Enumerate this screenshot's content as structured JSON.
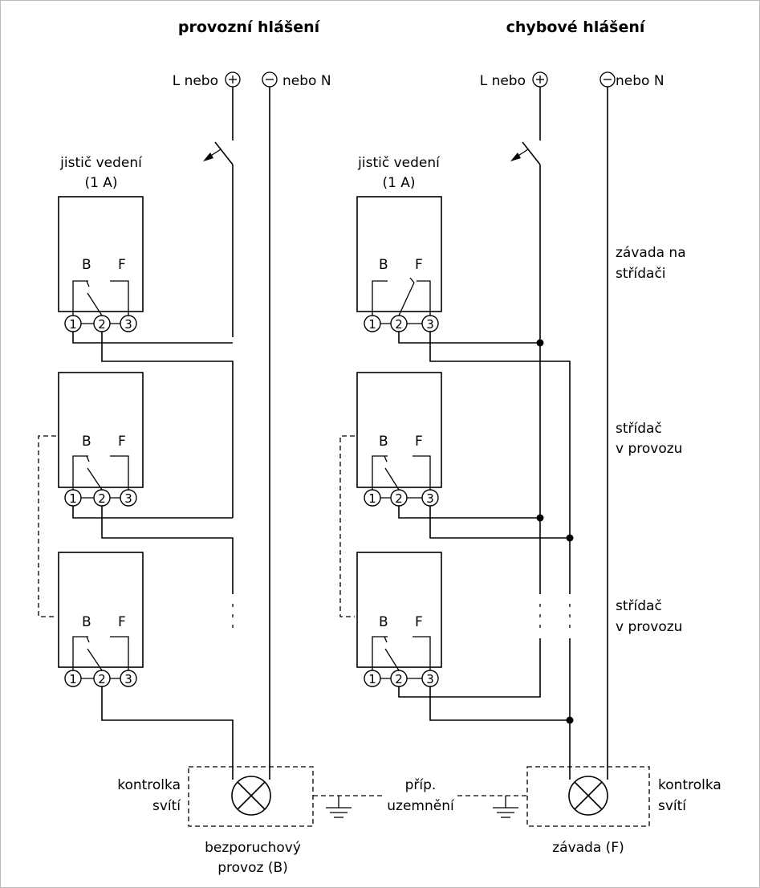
{
  "titles": {
    "left": "provozní hlášení",
    "right": "chybové hlášení"
  },
  "supply": {
    "left_l": "L nebo",
    "left_n": "nebo N",
    "right_l": "L nebo",
    "right_n": "nebo N"
  },
  "breaker": {
    "left_line1": "jistič vedení",
    "left_line2": "(1 A)",
    "right_line1": "jistič vedení",
    "right_line2": "(1 A)"
  },
  "relay": {
    "contact_b": "B",
    "contact_f": "F",
    "terminals": [
      "1",
      "2",
      "3"
    ]
  },
  "states": {
    "fault_line1": "závada na",
    "fault_line2": "střídači",
    "op1_line1": "střídač",
    "op1_line2": "v provozu",
    "op2_line1": "střídač",
    "op2_line2": "v provozu"
  },
  "lamps": {
    "left_status_line1": "kontrolka",
    "left_status_line2": "svítí",
    "left_caption_line1": "bezporuchový",
    "left_caption_line2": "provoz (B)",
    "right_status_line1": "kontrolka",
    "right_status_line2": "svítí",
    "right_caption": "závada (F)"
  },
  "ground": {
    "line1": "příp.",
    "line2": "uzemnění"
  }
}
